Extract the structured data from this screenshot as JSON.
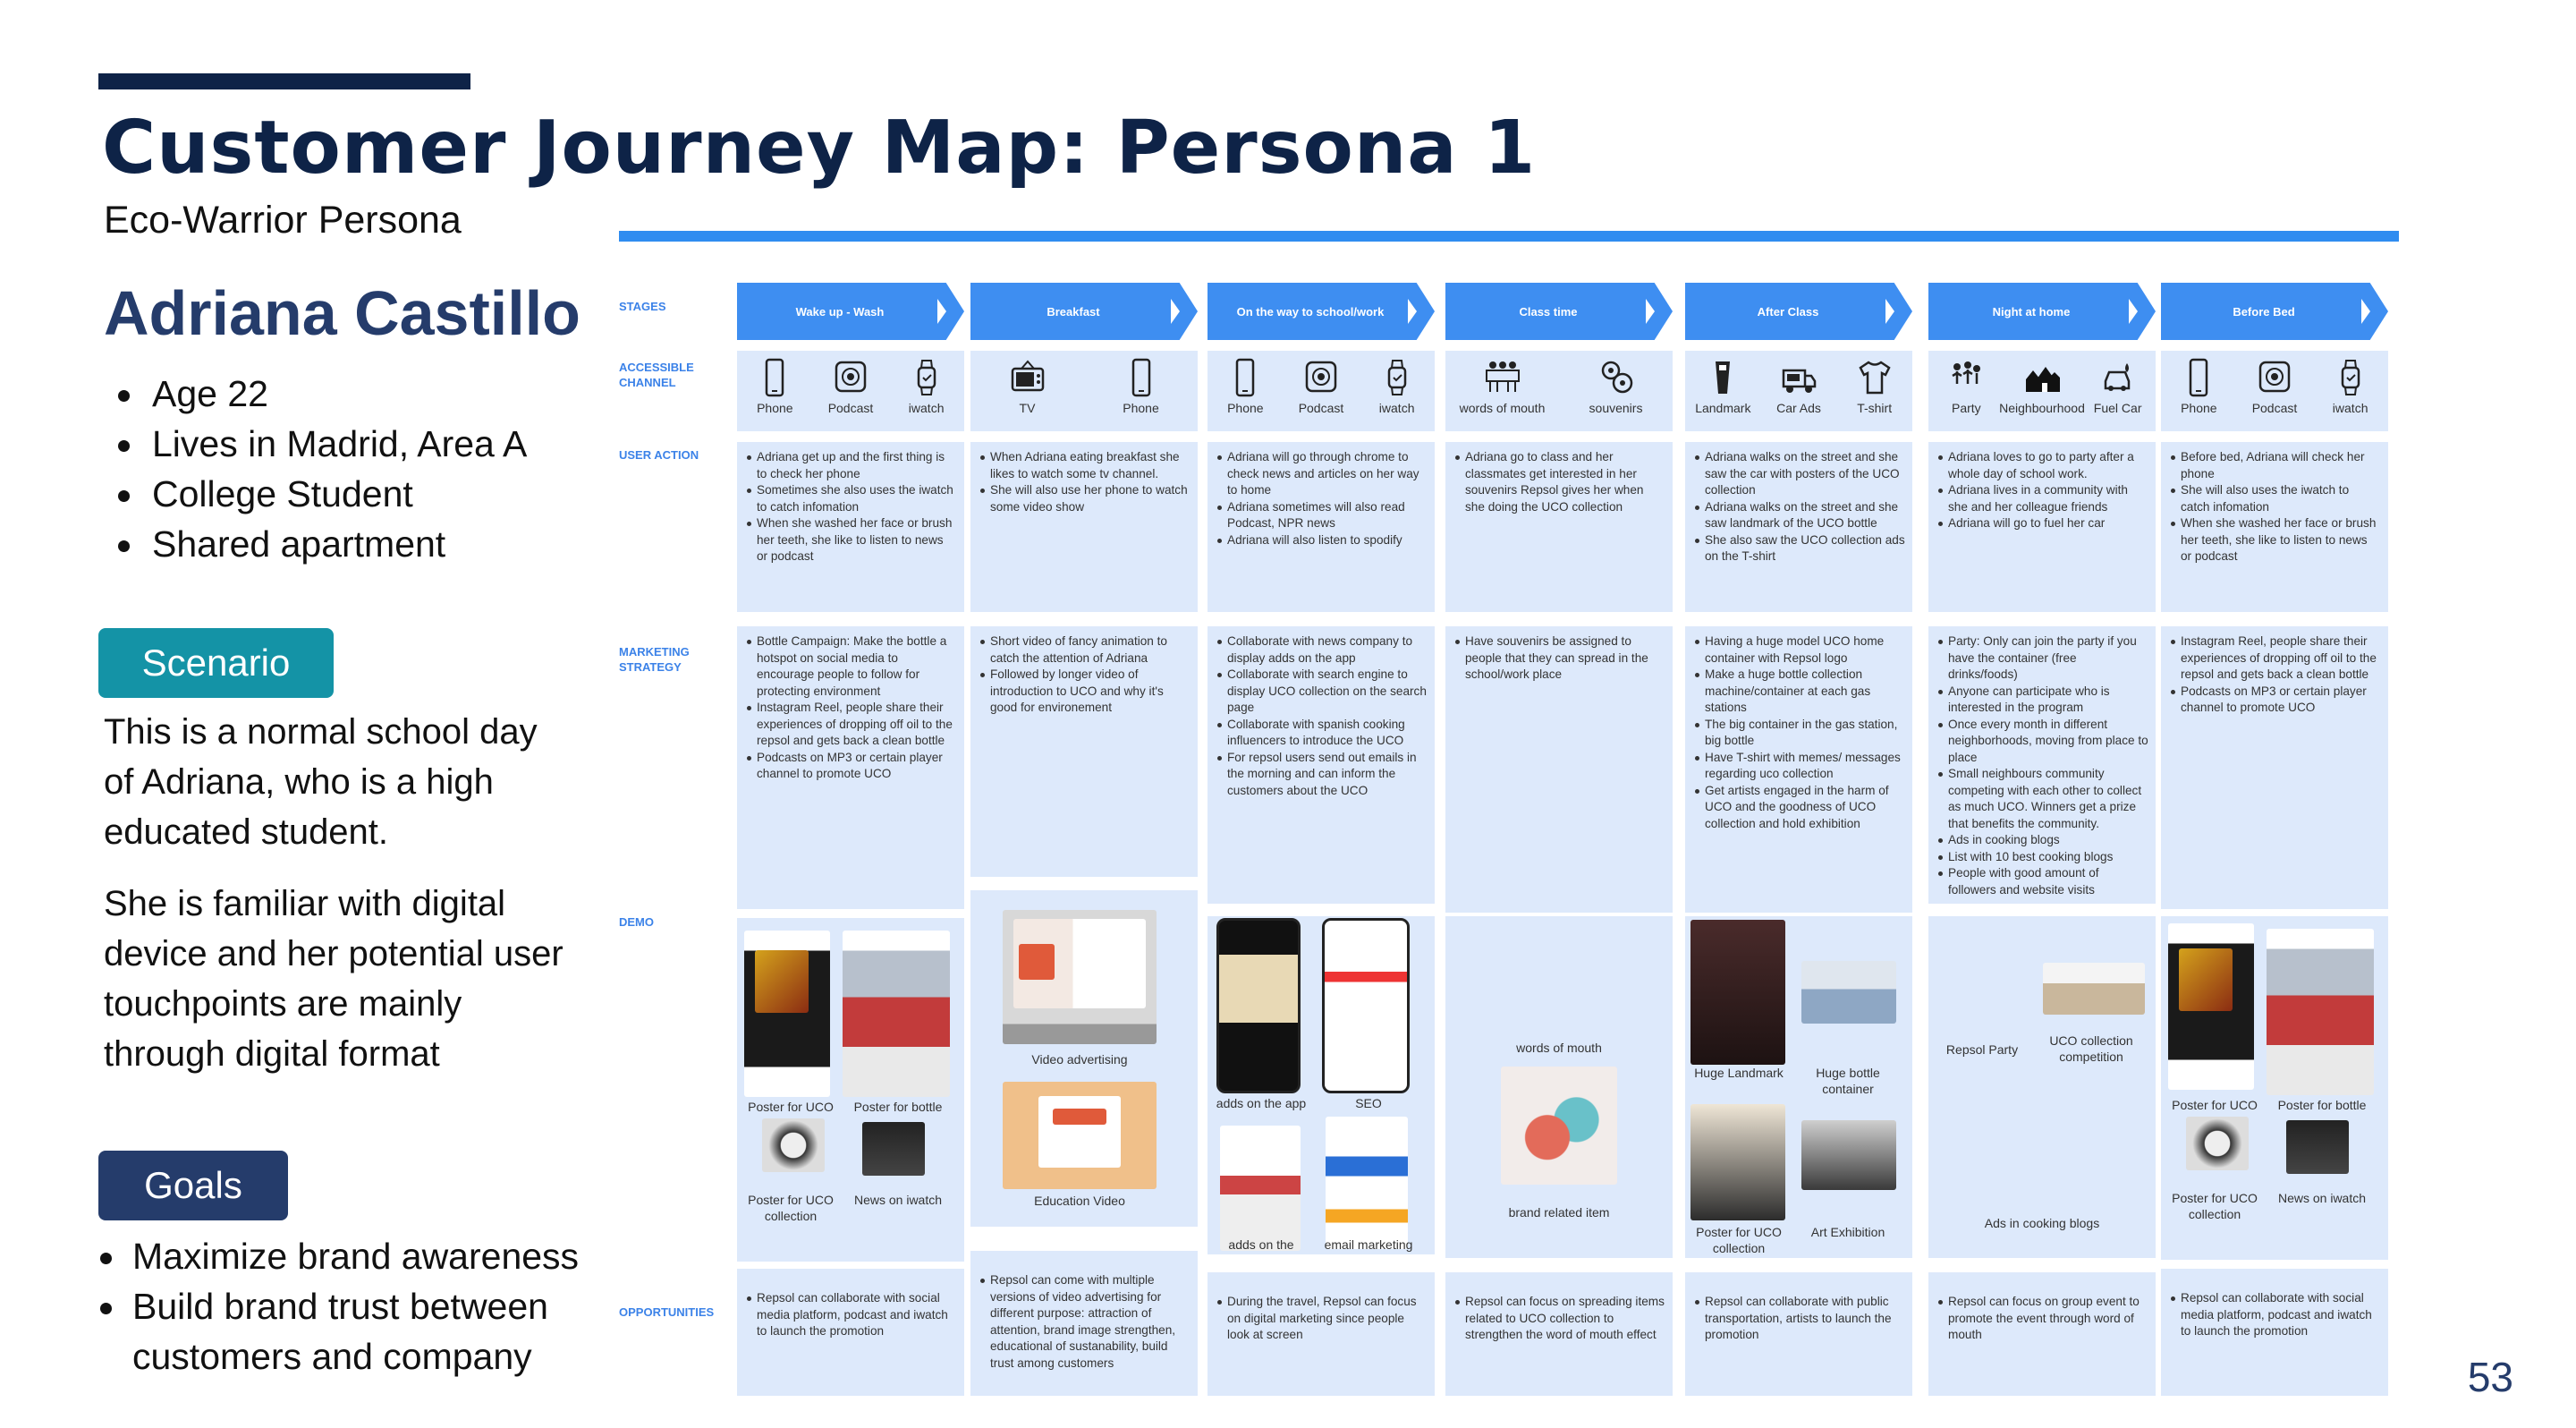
{
  "header": {
    "title": "Customer Journey Map: Persona 1",
    "subtitle": "Eco-Warrior Persona",
    "page_number": "53"
  },
  "persona": {
    "name": "Adriana Castillo",
    "attributes": [
      "Age 22",
      "Lives  in Madrid, Area A",
      "College Student",
      "Shared apartment"
    ]
  },
  "scenario": {
    "label": "Scenario",
    "paragraphs": [
      "This is a normal school day of Adriana, who is a high educated student.",
      "She is familiar with digital device and her potential user touchpoints are mainly through digital format"
    ]
  },
  "goals": {
    "label": "Goals",
    "items": [
      "Maximize brand awareness",
      "Build brand trust between customers and company"
    ]
  },
  "row_labels": {
    "stages": "STAGES",
    "channel": "ACCESSIBLE CHANNEL",
    "action": "USER ACTION",
    "marketing": "MARKETING STRATEGY",
    "demo": "DEMO",
    "opportunities": "OPPORTUNITIES"
  },
  "stages": [
    {
      "name": "Wake up - Wash",
      "channels": [
        {
          "icon": "phone-icon",
          "label": "Phone"
        },
        {
          "icon": "podcast-icon",
          "label": "Podcast"
        },
        {
          "icon": "smartwatch-icon",
          "label": "iwatch"
        }
      ],
      "user_action": [
        "Adriana get up and the first thing is to check her phone",
        "Sometimes she also uses the iwatch to catch infomation",
        "When she washed her face or brush her teeth, she like to listen to news or podcast"
      ],
      "marketing": [
        "Bottle Campaign: Make the bottle a hotspot on social media to encourage people to follow for protecting environment",
        "Instagram Reel, people share their experiences of dropping off oil to the repsol and gets back a clean bottle",
        "Podcasts on MP3 or certain player channel to promote UCO"
      ],
      "demo": [
        "Poster for UCO",
        "Poster for bottle",
        "Poster for UCO collection",
        "News on iwatch"
      ],
      "opportunities": [
        "Repsol can collaborate with social media platform, podcast and iwatch to launch the promotion"
      ]
    },
    {
      "name": "Breakfast",
      "channels": [
        {
          "icon": "tv-icon",
          "label": "TV"
        },
        {
          "icon": "phone-icon",
          "label": "Phone"
        }
      ],
      "user_action": [
        "When Adriana eating breakfast she likes to watch some tv channel.",
        "She will also use her phone to watch some video show"
      ],
      "marketing": [
        "Short video of fancy animation to catch the attention of Adriana",
        "Followed by longer video of introduction to UCO and why it's good for environement"
      ],
      "demo": [
        "Video advertising",
        "Education Video"
      ],
      "opportunities": [
        "Repsol can come with multiple versions of video advertising for different purpose: attraction of attention, brand image strengthen, educational of sustanability, build trust among customers"
      ]
    },
    {
      "name": "On the way to school/work",
      "channels": [
        {
          "icon": "phone-icon",
          "label": "Phone"
        },
        {
          "icon": "podcast-icon",
          "label": "Podcast"
        },
        {
          "icon": "smartwatch-icon",
          "label": "iwatch"
        }
      ],
      "user_action": [
        "Adriana will go through chrome to check news and articles on her way to home",
        "Adriana sometimes will also read Podcast, NPR news",
        "Adriana will also listen to spodify"
      ],
      "marketing": [
        "Collaborate with news company to display adds on the app",
        "Collaborate with search engine to display UCO collection on the search page",
        "Collaborate with spanish cooking influencers to introduce the UCO",
        "For repsol users send out emails in the morning and can inform the customers about the UCO"
      ],
      "demo": [
        "adds on the app",
        "SEO",
        "adds on the influencers",
        "email marketing"
      ],
      "opportunities": [
        "During the travel, Repsol can focus on digital marketing since people look at screen"
      ]
    },
    {
      "name": "Class time",
      "channels": [
        {
          "icon": "classroom-icon",
          "label": "words of mouth"
        },
        {
          "icon": "souvenir-icon",
          "label": "souvenirs"
        }
      ],
      "user_action": [
        "Adriana go to class and her classmates get interested in her souvenirs Repsol gives her when she doing the UCO collection"
      ],
      "marketing": [
        "Have souvenirs be assigned to people that they can spread in the school/work place"
      ],
      "demo": [
        "words of mouth",
        "brand related item"
      ],
      "opportunities": [
        "Repsol can focus on spreading items related to UCO collection to strengthen the word of mouth effect"
      ]
    },
    {
      "name": "After Class",
      "channels": [
        {
          "icon": "landmark-icon",
          "label": "Landmark"
        },
        {
          "icon": "car-ads-icon",
          "label": "Car Ads"
        },
        {
          "icon": "tshirt-icon",
          "label": "T-shirt"
        }
      ],
      "user_action": [
        "Adriana walks on the street and she saw the car with posters of the UCO collection",
        "Adriana walks on the street and she saw landmark of the UCO bottle",
        "She also saw the UCO collection ads on the T-shirt"
      ],
      "marketing": [
        "Having a huge model UCO home container with Repsol logo",
        "Make a huge bottle collection machine/container at each gas stations",
        "The big container in the gas station, big bottle",
        "Have T-shirt with memes/ messages regarding uco collection",
        "Get artists engaged in the harm of UCO and the goodness of UCO collection and hold exhibition"
      ],
      "demo": [
        "Huge Landmark",
        "Huge bottle container",
        "Poster for UCO collection",
        "Art Exhibition"
      ],
      "opportunities": [
        "Repsol can collaborate with public transportation, artists to launch the promotion"
      ]
    },
    {
      "name": "Night at home",
      "channels": [
        {
          "icon": "party-icon",
          "label": "Party"
        },
        {
          "icon": "neighbourhood-icon",
          "label": "Neighbourhood"
        },
        {
          "icon": "fuel-car-icon",
          "label": "Fuel Car"
        }
      ],
      "user_action": [
        "Adriana loves to go to party after a whole day of school work.",
        "Adriana lives in a community with she and her colleague friends",
        "Adriana will go to fuel her car"
      ],
      "marketing": [
        "Party: Only can join the party if you have the container (free drinks/foods)",
        "Anyone can participate who is interested in the program",
        "Once every month in different neighborhoods, moving from place to place",
        "Small neighbours community competing with each other to collect as much UCO. Winners get a prize that benefits the community.",
        "Ads in cooking blogs",
        "List with 10 best cooking blogs",
        "People with good amount of followers and website visits"
      ],
      "demo": [
        "Repsol Party",
        "UCO collection competition",
        "Ads in cooking blogs"
      ],
      "opportunities": [
        "Repsol can focus on group event to promote the event through word of mouth"
      ]
    },
    {
      "name": "Before Bed",
      "channels": [
        {
          "icon": "phone-icon",
          "label": "Phone"
        },
        {
          "icon": "podcast-icon",
          "label": "Podcast"
        },
        {
          "icon": "smartwatch-icon",
          "label": "iwatch"
        }
      ],
      "user_action": [
        "Before bed, Adriana will check her phone",
        "She will also uses the iwatch to catch infomation",
        "When she washed her face or brush her teeth, she like to listen to news or podcast"
      ],
      "marketing": [
        "Instagram Reel, people share their experiences of dropping off oil to the repsol and gets back a clean bottle",
        "Podcasts on MP3 or certain player channel to promote UCO"
      ],
      "demo": [
        "Poster for UCO",
        "Poster for bottle",
        "Poster for UCO collection",
        "News on iwatch"
      ],
      "opportunities": [
        "Repsol can collaborate with social media platform, podcast and iwatch to launch the promotion"
      ]
    }
  ]
}
